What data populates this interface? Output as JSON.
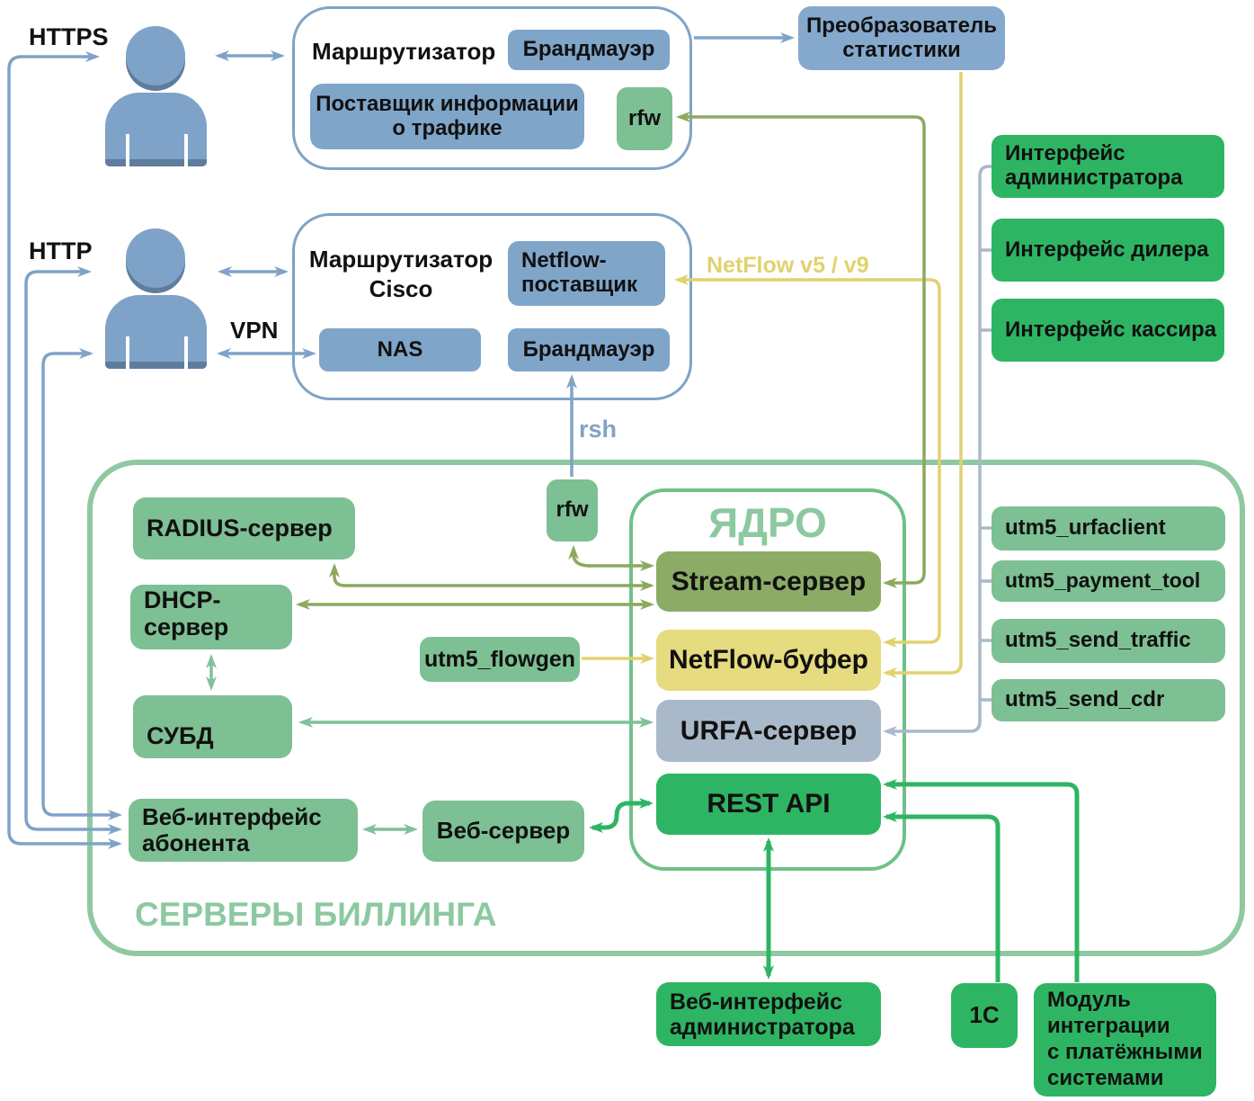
{
  "colors": {
    "blue_box": "#7fa5c9",
    "blue_line": "#7fa3c8",
    "person": "#7fa3c8",
    "person_shadow": "#5e7d9e",
    "sage_box": "#7dc093",
    "bright_green": "#2eb563",
    "olive_box": "#8cac66",
    "olive_line": "#8ca95e",
    "yellow_box": "#e6db7e",
    "yellow_line": "#e0d26e",
    "grey_blue_box": "#a9b9c9",
    "light_green_border": "#8fc9a1",
    "core_border": "#6fc087",
    "light_green_line": "#7fc199"
  },
  "labels": {
    "https": "HTTPS",
    "http": "HTTP",
    "vpn": "VPN",
    "rsh": "rsh",
    "netflow_version": "NetFlow v5 / v9",
    "core_title": "ЯДРО",
    "billing_title": "СЕРВЕРЫ БИЛЛИНГА"
  },
  "router_top": {
    "title": "Маршрутизатор",
    "firewall": "Брандмауэр",
    "traffic_provider": "Поставщик информации\nо трафике",
    "rfw": "rfw"
  },
  "stats_converter": {
    "title": "Преобразователь\nстатистики"
  },
  "router_cisco": {
    "title": "Маршрутизатор\nCisco",
    "netflow_provider": "Netflow-\nпоставщик",
    "nas": "NAS",
    "firewall": "Брандмауэр"
  },
  "interfaces": {
    "admin": "Интерфейс\nадминистратора",
    "dealer": "Интерфейс дилера",
    "cashier": "Интерфейс кассира"
  },
  "billing": {
    "radius": "RADIUS-сервер",
    "dhcp": "DHCP-сервер",
    "dbms": "СУБД",
    "rfw": "rfw",
    "flowgen": "utm5_flowgen",
    "subscriber_web": "Веб-интерфейс\nабонента",
    "web_server": "Веб-сервер"
  },
  "core": {
    "stream": "Stream-сервер",
    "netflow_buffer": "NetFlow-буфер",
    "urfa": "URFA-сервер",
    "rest_api": "REST API"
  },
  "utilities": [
    "utm5_urfaclient",
    "utm5_payment_tool",
    "utm5_send_traffic",
    "utm5_send_cdr"
  ],
  "bottom": {
    "admin_web": "Веб-интерфейс\nадминистратора",
    "one_c": "1С",
    "integration_module": "Модуль\nинтеграции\nс платёжными\nсистемами"
  }
}
